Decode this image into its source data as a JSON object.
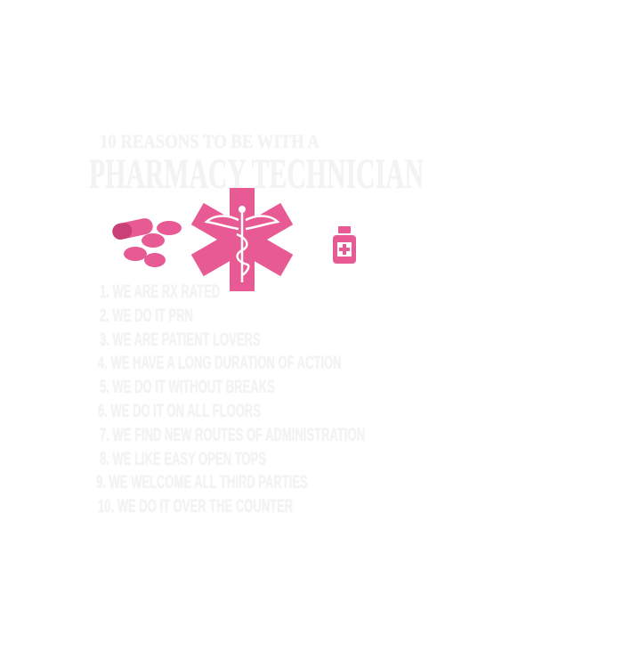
{
  "title_line1": "10 REASONS TO BE WITH A",
  "title_line2": "PHARMACY TECHNICIAN",
  "reasons": [
    "1. WE ARE RX RATED",
    "2. WE DO IT PRN",
    "3. WE ARE PATIENT LOVERS",
    "4. WE HAVE A LONG DURATION OF ACTION",
    "5. WE DO IT WITHOUT BREAKS",
    "6. WE DO IT ON ALL FLOORS",
    "7. WE FIND NEW ROUTES OF ADMINISTRATION",
    "8. WE LIKE EASY OPEN TOPS",
    "9. WE WELCOME ALL THIRD PARTIES",
    "10. WE DO IT OVER THE COUNTER"
  ],
  "colors": {
    "pink": "#e85a93",
    "dark_pink": "#c94077",
    "text": "#f3f3f3"
  }
}
